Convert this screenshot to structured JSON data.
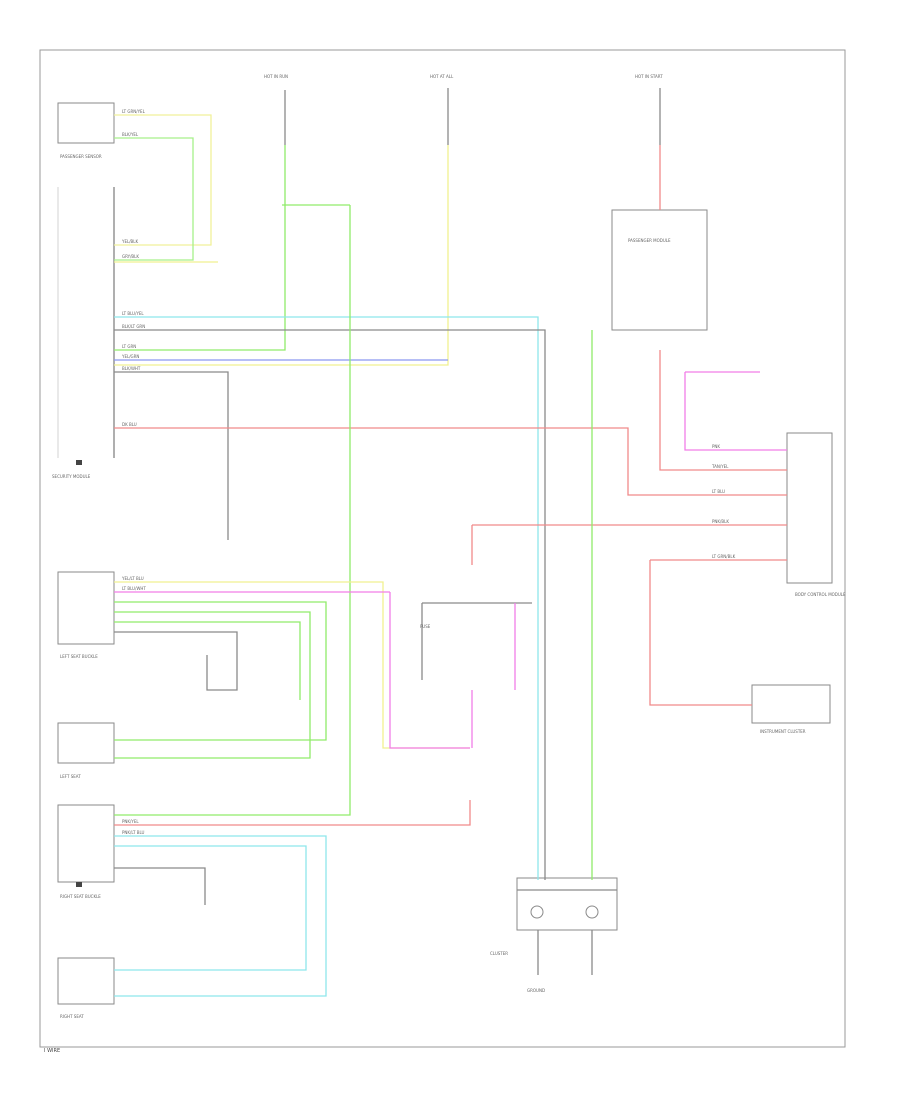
{
  "footer": {
    "code": "I WIRE"
  },
  "colors": {
    "yellow": "#f1f19a",
    "green": "#90ec6a",
    "lightgreen": "#a6f08a",
    "cyan": "#8ee6ec",
    "blue": "#8a96f0",
    "lightyellow": "#f0f090",
    "red": "#f08a8a",
    "pink": "#f27ee8",
    "gray": "#8a8a8a"
  },
  "components": {
    "passenger_sensor": "PASSENGER SENSOR",
    "module": "SECURITY MODULE",
    "left_buckle": "LEFT SEAT BUCKLE",
    "left_seat": "LEFT SEAT",
    "right_buckle": "RIGHT SEAT BUCKLE",
    "right_seat": "RIGHT SEAT",
    "cluster": "CLUSTER",
    "body_control": "BODY CONTROL MODULE",
    "instrument": "INSTRUMENT CLUSTER",
    "passenger_module": "PASSENGER MODULE",
    "ground": "GROUND",
    "fuse": "FUSE",
    "fuse_top_left": "HOT IN RUN",
    "fuse_top_mid": "HOT AT ALL",
    "fuse_top_right": "HOT IN START"
  },
  "wire_labels": [
    "LT GRN/YEL",
    "BLK/YEL",
    "YEL/BLK",
    "GRY/BLK",
    "LT BLU/YEL",
    "BLK/LT GRN",
    "LT GRN",
    "YEL/GRN",
    "BLK/WHT",
    "DK BLU",
    "PNK",
    "TAN/YEL",
    "LT BLU",
    "PNK/BLK",
    "LT GRN/BLK",
    "YEL/LT BLU",
    "LT BLU/WHT",
    "PNK/YEL",
    "PNK/LT BLU"
  ]
}
